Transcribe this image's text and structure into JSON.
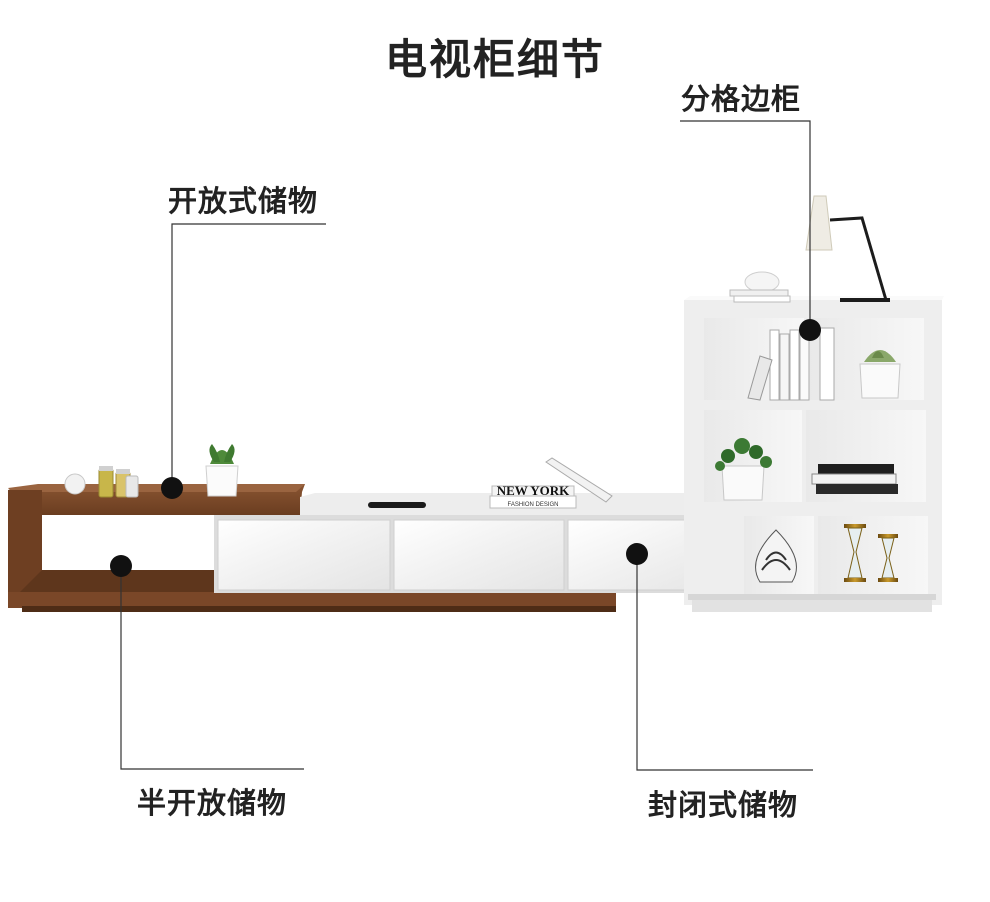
{
  "title": "电视柜细节",
  "callouts": {
    "open_storage": "开放式储物",
    "divider_cabinet": "分格边柜",
    "semi_open_storage": "半开放储物",
    "closed_storage": "封闭式储物"
  },
  "props": {
    "book_title": "NEW YORK",
    "book_subtitle": "FASHION DESIGN"
  },
  "colors": {
    "walnut": "#7a4a2a",
    "white_gloss": "#f4f4f4",
    "dot": "#111111"
  }
}
